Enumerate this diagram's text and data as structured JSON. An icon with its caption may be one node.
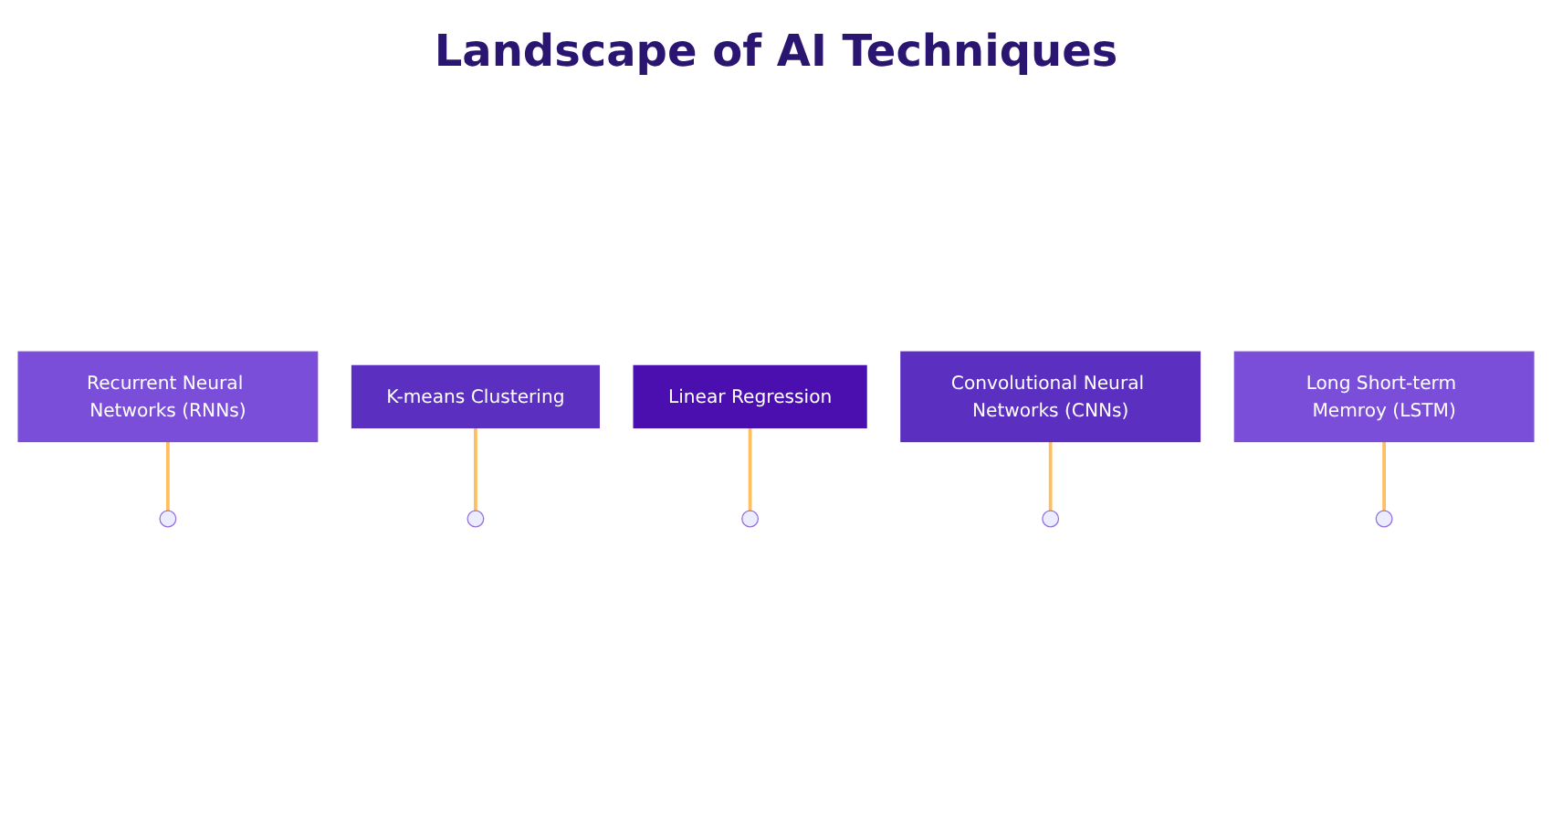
{
  "diagram": {
    "title": "Landscape of AI Techniques",
    "nodes": [
      {
        "text": [
          "Linear Regression"
        ]
      },
      {
        "text": [
          "K-means Clustering"
        ]
      },
      {
        "text": [
          "Convolutional Neural Networks (CNNs)"
        ]
      },
      {
        "text": [
          "Recurrent Neural Networks (RNNs)"
        ]
      },
      {
        "text": [
          "Long Short-term Memroy (LSTM)"
        ]
      },
      {
        "text": [],
        "shape": "circle"
      },
      {
        "text": [],
        "shape": "circle"
      },
      {
        "text": [],
        "shape": "circle"
      },
      {
        "text": [],
        "shape": "circle"
      },
      {
        "text": [],
        "shape": "circle"
      }
    ],
    "edges": [
      {
        "from": 3,
        "to": 5,
        "arrow": "none"
      },
      {
        "from": 1,
        "to": 6,
        "arrow": "none"
      },
      {
        "from": 0,
        "to": 7,
        "arrow": "none"
      },
      {
        "from": 2,
        "to": 8,
        "arrow": "none"
      },
      {
        "from": 4,
        "to": 9,
        "arrow": "none"
      }
    ]
  }
}
